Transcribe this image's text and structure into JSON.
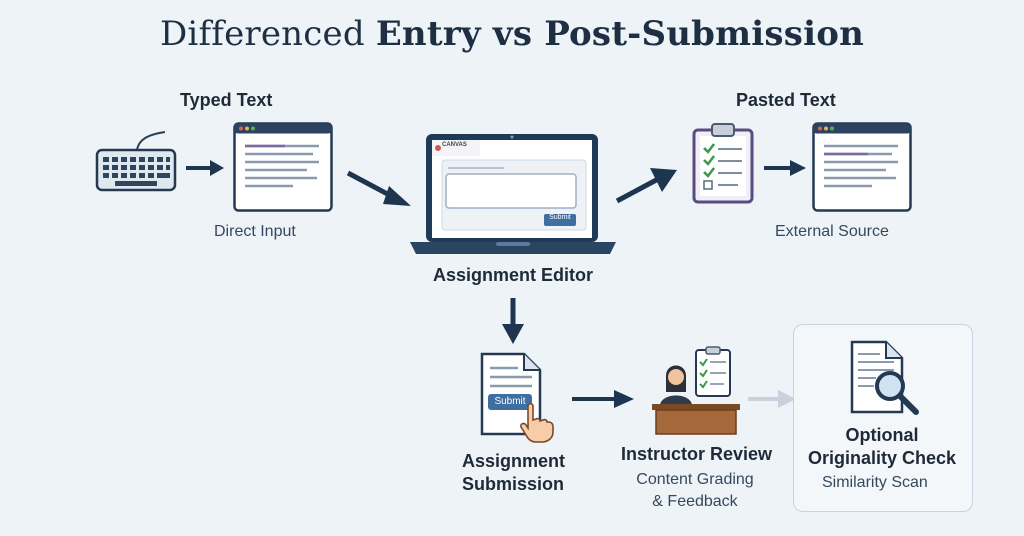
{
  "title_main": "Differenced",
  "title_rest": "Entry vs Post-Submission",
  "typed": {
    "heading": "Typed Text",
    "caption": "Direct Input"
  },
  "pasted": {
    "heading": "Pasted Text",
    "caption": "External Source"
  },
  "editor": {
    "brand": "CANVAS",
    "button": "Submit",
    "caption": "Assignment Editor"
  },
  "submission": {
    "button": "Submit",
    "caption_line1": "Assignment",
    "caption_line2": "Submission"
  },
  "review": {
    "heading": "Instructor Review",
    "line1": "Content Grading",
    "line2": "& Feedback"
  },
  "originality": {
    "line1": "Optional",
    "line2": "Originality Check",
    "caption": "Similarity Scan"
  },
  "colors": {
    "navy": "#1e3550",
    "accent_blue": "#3f6fa0",
    "check_green": "#3a9a4a",
    "clipboard_purple": "#6a5a8e",
    "faded_arrow": "#c8d2dc"
  }
}
